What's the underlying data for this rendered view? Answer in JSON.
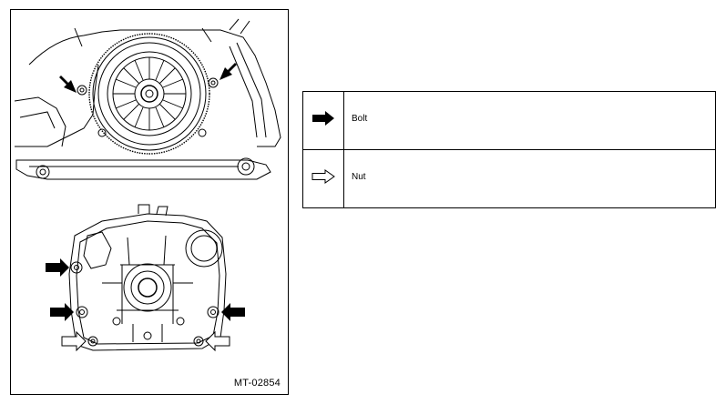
{
  "figure": {
    "figure_id": "MT-02854"
  },
  "legend": {
    "rows": [
      {
        "icon": "solid-arrow-icon",
        "label": "Bolt"
      },
      {
        "icon": "hollow-arrow-icon",
        "label": "Nut"
      }
    ]
  },
  "colors": {
    "line": "#000000",
    "background": "#ffffff"
  }
}
